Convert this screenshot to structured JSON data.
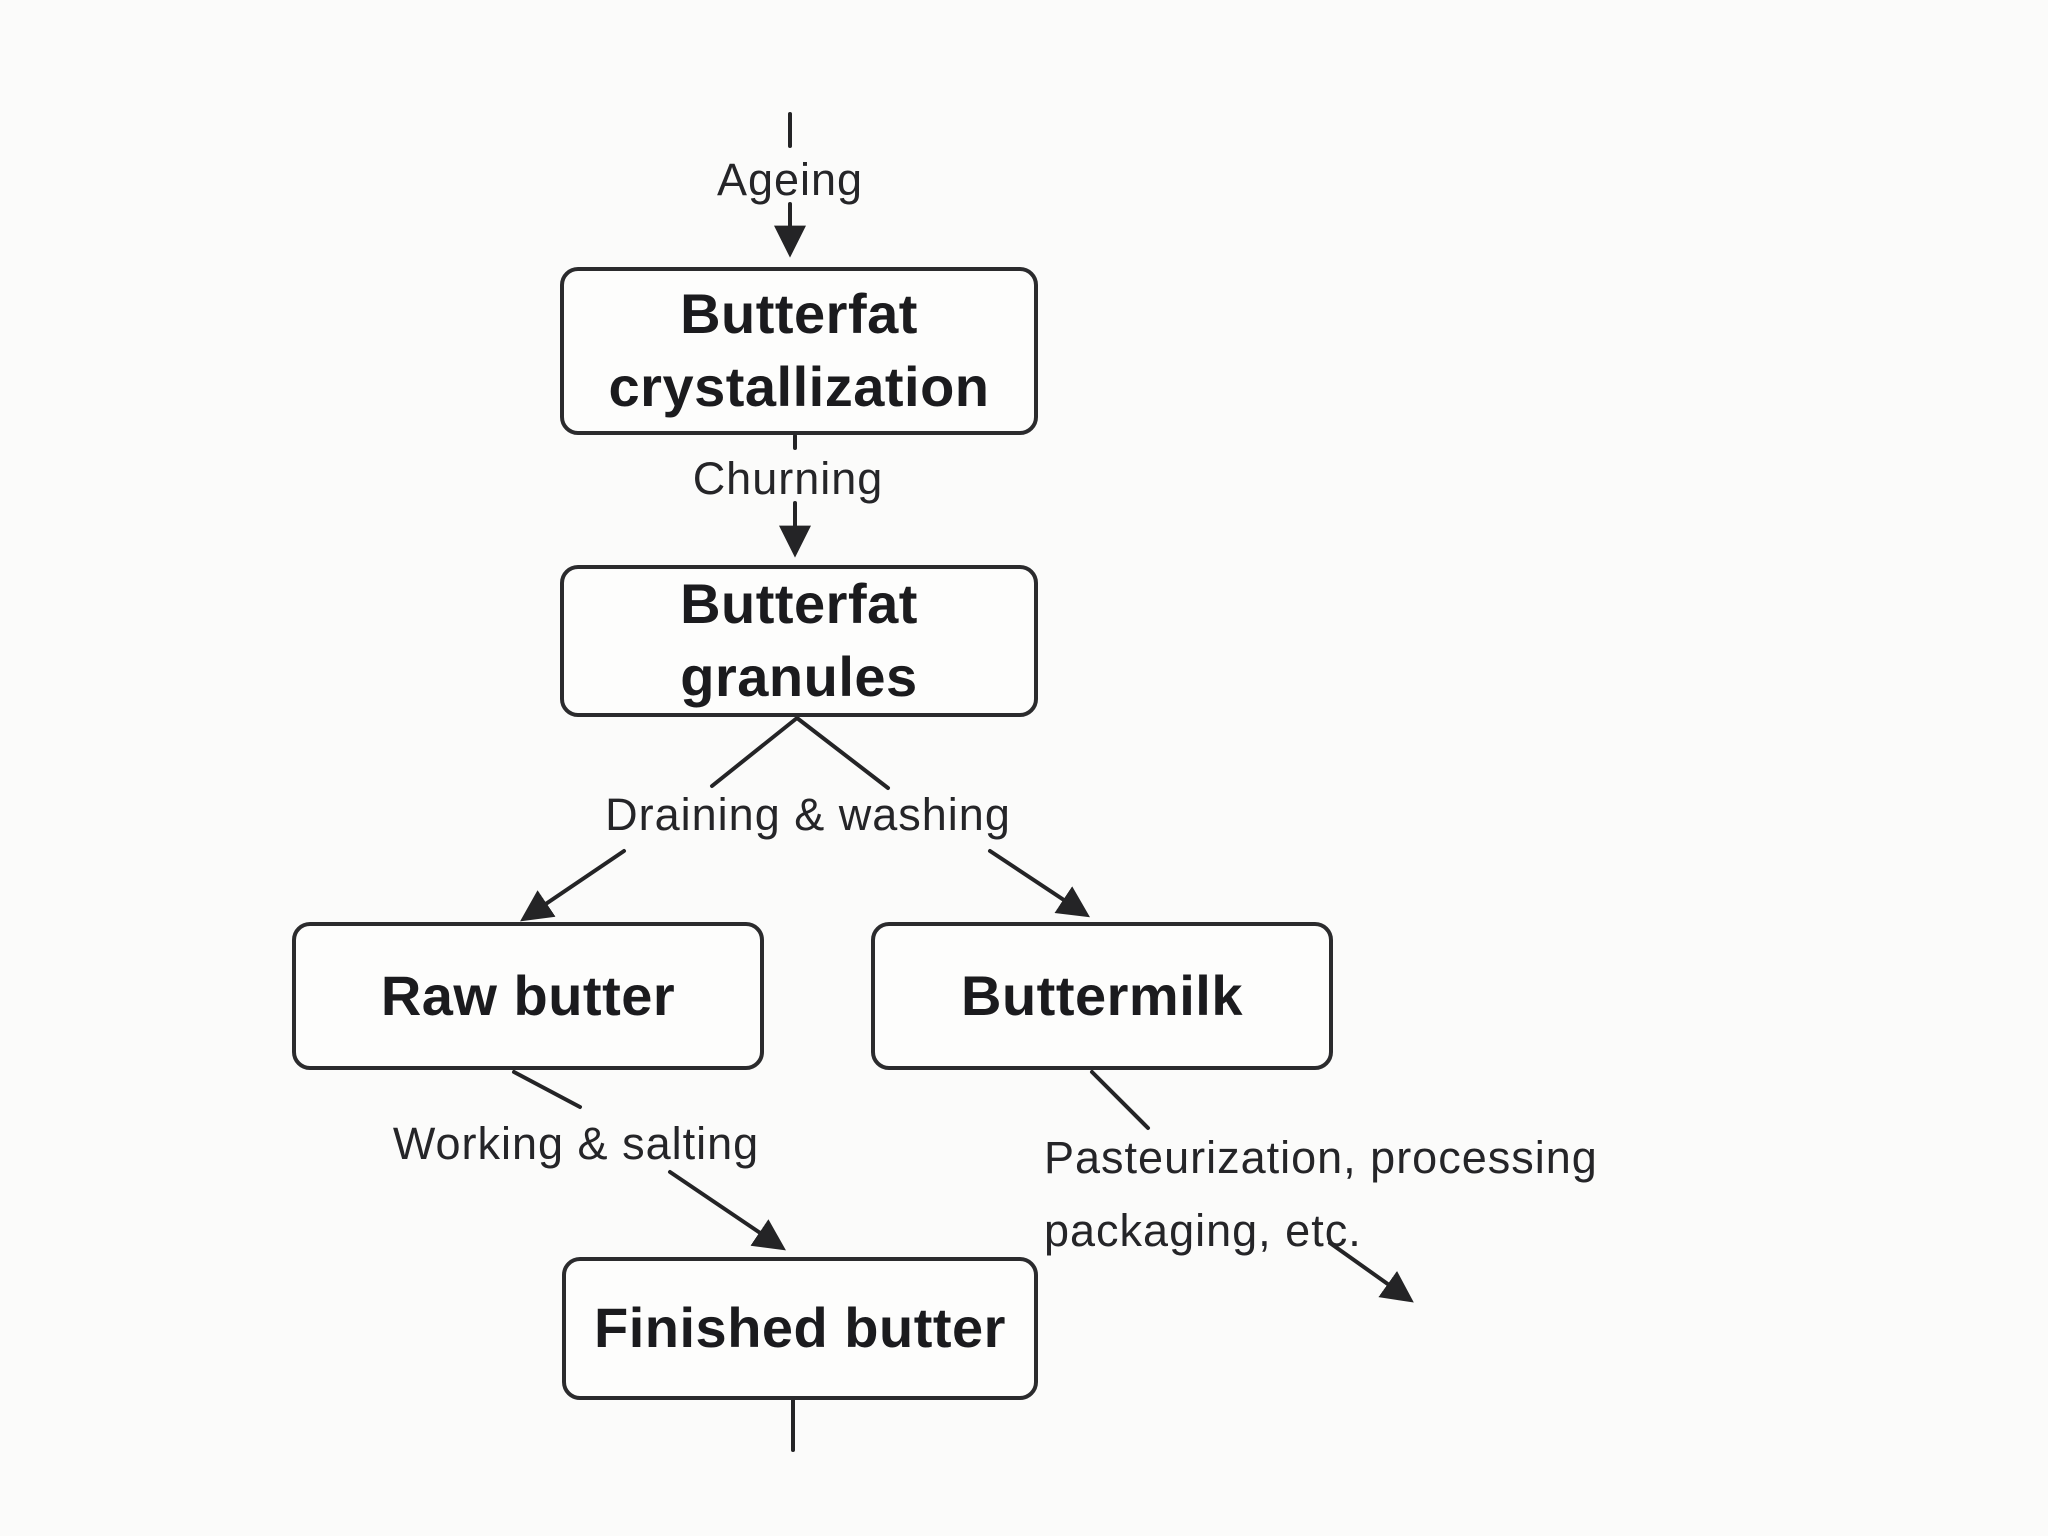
{
  "diagram": {
    "description": "Butter production process flow diagram",
    "nodes": {
      "crystallization": {
        "lines": [
          "Butterfat",
          "crystallization"
        ]
      },
      "granules": {
        "lines": [
          "Butterfat",
          "granules"
        ]
      },
      "raw_butter": {
        "label": "Raw butter"
      },
      "buttermilk": {
        "label": "Buttermilk"
      },
      "finished_butter": {
        "label": "Finished butter"
      }
    },
    "edge_labels": {
      "ageing": "Ageing",
      "churning": "Churning",
      "draining_washing": "Draining & washing",
      "working_salting": "Working & salting",
      "pasteurization": {
        "lines": [
          "Pasteurization, processing",
          "packaging, etc."
        ]
      }
    },
    "colors": {
      "background": "#fbfbfa",
      "box_fill": "#fdfdfc",
      "box_border": "#2b2b2d",
      "line": "#242426",
      "text": "#1d1d1f"
    }
  }
}
